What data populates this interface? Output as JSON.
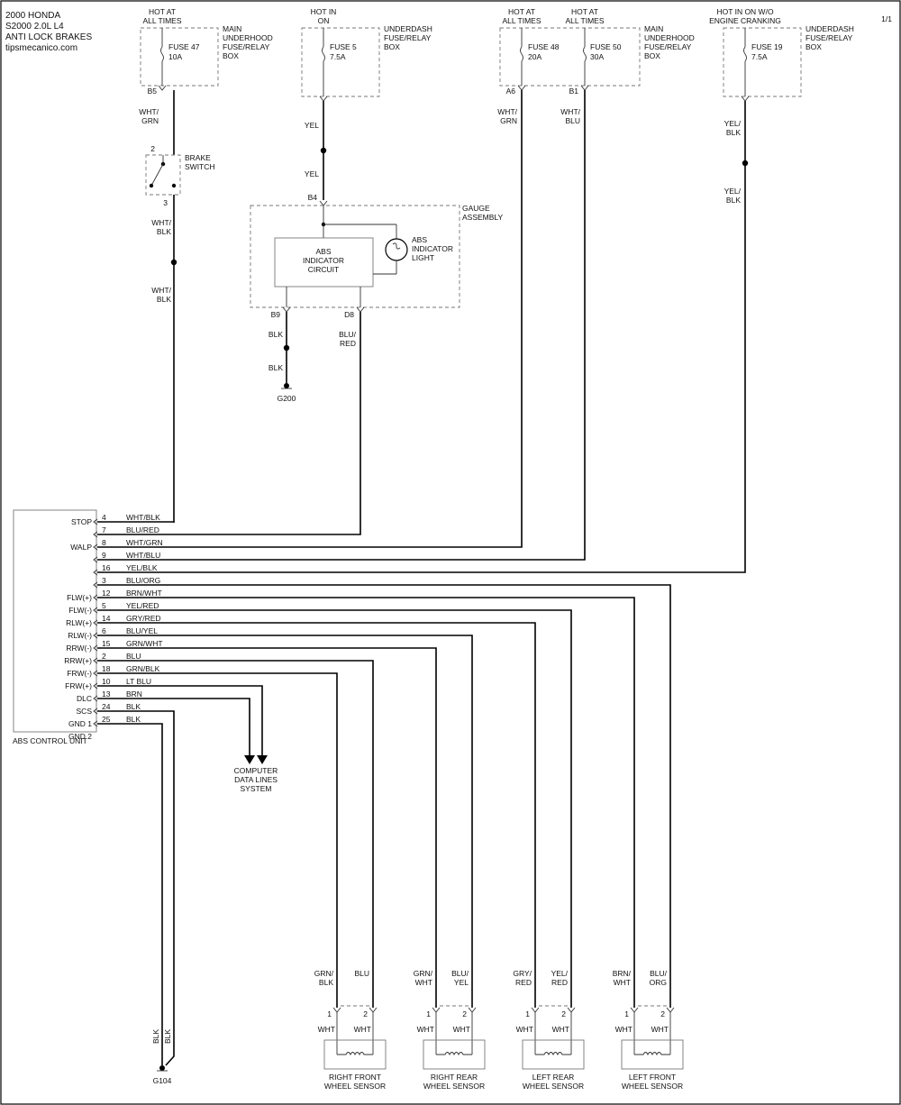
{
  "header": {
    "line1": "2000 HONDA",
    "line2": "S2000 2.0L  L4",
    "line3": "ANTI LOCK BRAKES",
    "site": "tipsmecanico.com",
    "page": "1/1"
  },
  "fuses": [
    {
      "power1": "HOT AT",
      "power2": "ALL TIMES",
      "name": "FUSE 47",
      "rating": "10A",
      "connector": "B5"
    },
    {
      "power1": "HOT IN",
      "power2": "ON",
      "name": "FUSE 5",
      "rating": "7.5A",
      "connector": ""
    },
    {
      "power1": "HOT AT",
      "power2": "ALL TIMES",
      "name": "FUSE 48",
      "rating": "20A",
      "connector": "A6"
    },
    {
      "power1": "HOT AT",
      "power2": "ALL TIMES",
      "name": "FUSE 50",
      "rating": "30A",
      "connector": "B1"
    },
    {
      "power1": "HOT IN ON W/O",
      "power2": "ENGINE CRANKING",
      "name": "FUSE 19",
      "rating": "7.5A",
      "connector": ""
    }
  ],
  "boxes": {
    "main_underhood_1": [
      "MAIN",
      "UNDERHOOD",
      "FUSE/RELAY",
      "BOX"
    ],
    "underdash_1": [
      "UNDERDASH",
      "FUSE/RELAY",
      "BOX"
    ],
    "main_underhood_2": [
      "MAIN",
      "UNDERHOOD",
      "FUSE/RELAY",
      "BOX"
    ],
    "underdash_2": [
      "UNDERDASH",
      "FUSE/RELAY",
      "BOX"
    ]
  },
  "wire_labels": {
    "fuse47_a1": "WHT/",
    "fuse47_a2": "GRN",
    "brake_sw_b1": "WHT/",
    "brake_sw_b2": "BLK",
    "brake_sw_c1": "WHT/",
    "brake_sw_c2": "BLK",
    "fuse5_a": "YEL",
    "fuse5_b": "YEL",
    "fuse48_1": "WHT/",
    "fuse48_2": "GRN",
    "fuse50_1": "WHT/",
    "fuse50_2": "BLU",
    "fuse19_a1": "YEL/",
    "fuse19_a2": "BLK",
    "fuse19_b1": "YEL/",
    "fuse19_b2": "BLK",
    "b9_a": "BLK",
    "b9_b": "BLK",
    "d8_1": "BLU/",
    "d8_2": "RED",
    "gnd_1": "BLK",
    "gnd_2": "BLK"
  },
  "brake_switch": {
    "pin_top": "2",
    "pin_bottom": "3",
    "label1": "BRAKE",
    "label2": "SWITCH"
  },
  "gauge": {
    "label1": "GAUGE",
    "label2": "ASSEMBLY",
    "pin_in": "B4",
    "pin_b9": "B9",
    "pin_d8": "D8",
    "circuit1": "ABS",
    "circuit2": "INDICATOR",
    "circuit3": "CIRCUIT",
    "light1": "ABS",
    "light2": "INDICATOR",
    "light3": "LIGHT"
  },
  "grounds": {
    "g200": "G200",
    "g104": "G104"
  },
  "abs_unit": {
    "label": "ABS CONTROL UNIT",
    "pins": [
      {
        "name": "STOP",
        "num": "4",
        "color": "WHT/BLK"
      },
      {
        "name": "",
        "num": "7",
        "color": "BLU/RED"
      },
      {
        "name": "WALP",
        "num": "8",
        "color": "WHT/GRN"
      },
      {
        "name": "",
        "num": "9",
        "color": "WHT/BLU"
      },
      {
        "name": "",
        "num": "16",
        "color": "YEL/BLK"
      },
      {
        "name": "",
        "num": "3",
        "color": "BLU/ORG"
      },
      {
        "name": "FLW(+)",
        "num": "12",
        "color": "BRN/WHT"
      },
      {
        "name": "FLW(-)",
        "num": "5",
        "color": "YEL/RED"
      },
      {
        "name": "RLW(+)",
        "num": "14",
        "color": "GRY/RED"
      },
      {
        "name": "RLW(-)",
        "num": "6",
        "color": "BLU/YEL"
      },
      {
        "name": "RRW(-)",
        "num": "15",
        "color": "GRN/WHT"
      },
      {
        "name": "RRW(+)",
        "num": "2",
        "color": "BLU"
      },
      {
        "name": "FRW(-)",
        "num": "18",
        "color": "GRN/BLK"
      },
      {
        "name": "FRW(+)",
        "num": "10",
        "color": "LT BLU"
      },
      {
        "name": "DLC",
        "num": "13",
        "color": "BRN"
      },
      {
        "name": "SCS",
        "num": "24",
        "color": "BLK"
      },
      {
        "name": "GND 1",
        "num": "25",
        "color": "BLK"
      },
      {
        "name": "GND 2",
        "num": "",
        "color": ""
      }
    ]
  },
  "data_lines": {
    "line1": "COMPUTER",
    "line2": "DATA LINES",
    "line3": "SYSTEM"
  },
  "sensors": [
    {
      "wire1a": "GRN/",
      "wire1b": "BLK",
      "wire2a": "BLU",
      "wire2b": "",
      "pin1": "1",
      "pin2": "2",
      "conn1": "WHT",
      "conn2": "WHT",
      "name1": "RIGHT FRONT",
      "name2": "WHEEL SENSOR"
    },
    {
      "wire1a": "GRN/",
      "wire1b": "WHT",
      "wire2a": "BLU/",
      "wire2b": "YEL",
      "pin1": "1",
      "pin2": "2",
      "conn1": "WHT",
      "conn2": "WHT",
      "name1": "RIGHT REAR",
      "name2": "WHEEL SENSOR"
    },
    {
      "wire1a": "GRY/",
      "wire1b": "RED",
      "wire2a": "YEL/",
      "wire2b": "RED",
      "pin1": "1",
      "pin2": "2",
      "conn1": "WHT",
      "conn2": "WHT",
      "name1": "LEFT REAR",
      "name2": "WHEEL SENSOR"
    },
    {
      "wire1a": "BRN/",
      "wire1b": "WHT",
      "wire2a": "BLU/",
      "wire2b": "ORG",
      "pin1": "1",
      "pin2": "2",
      "conn1": "WHT",
      "conn2": "WHT",
      "name1": "LEFT FRONT",
      "name2": "WHEEL SENSOR"
    }
  ]
}
